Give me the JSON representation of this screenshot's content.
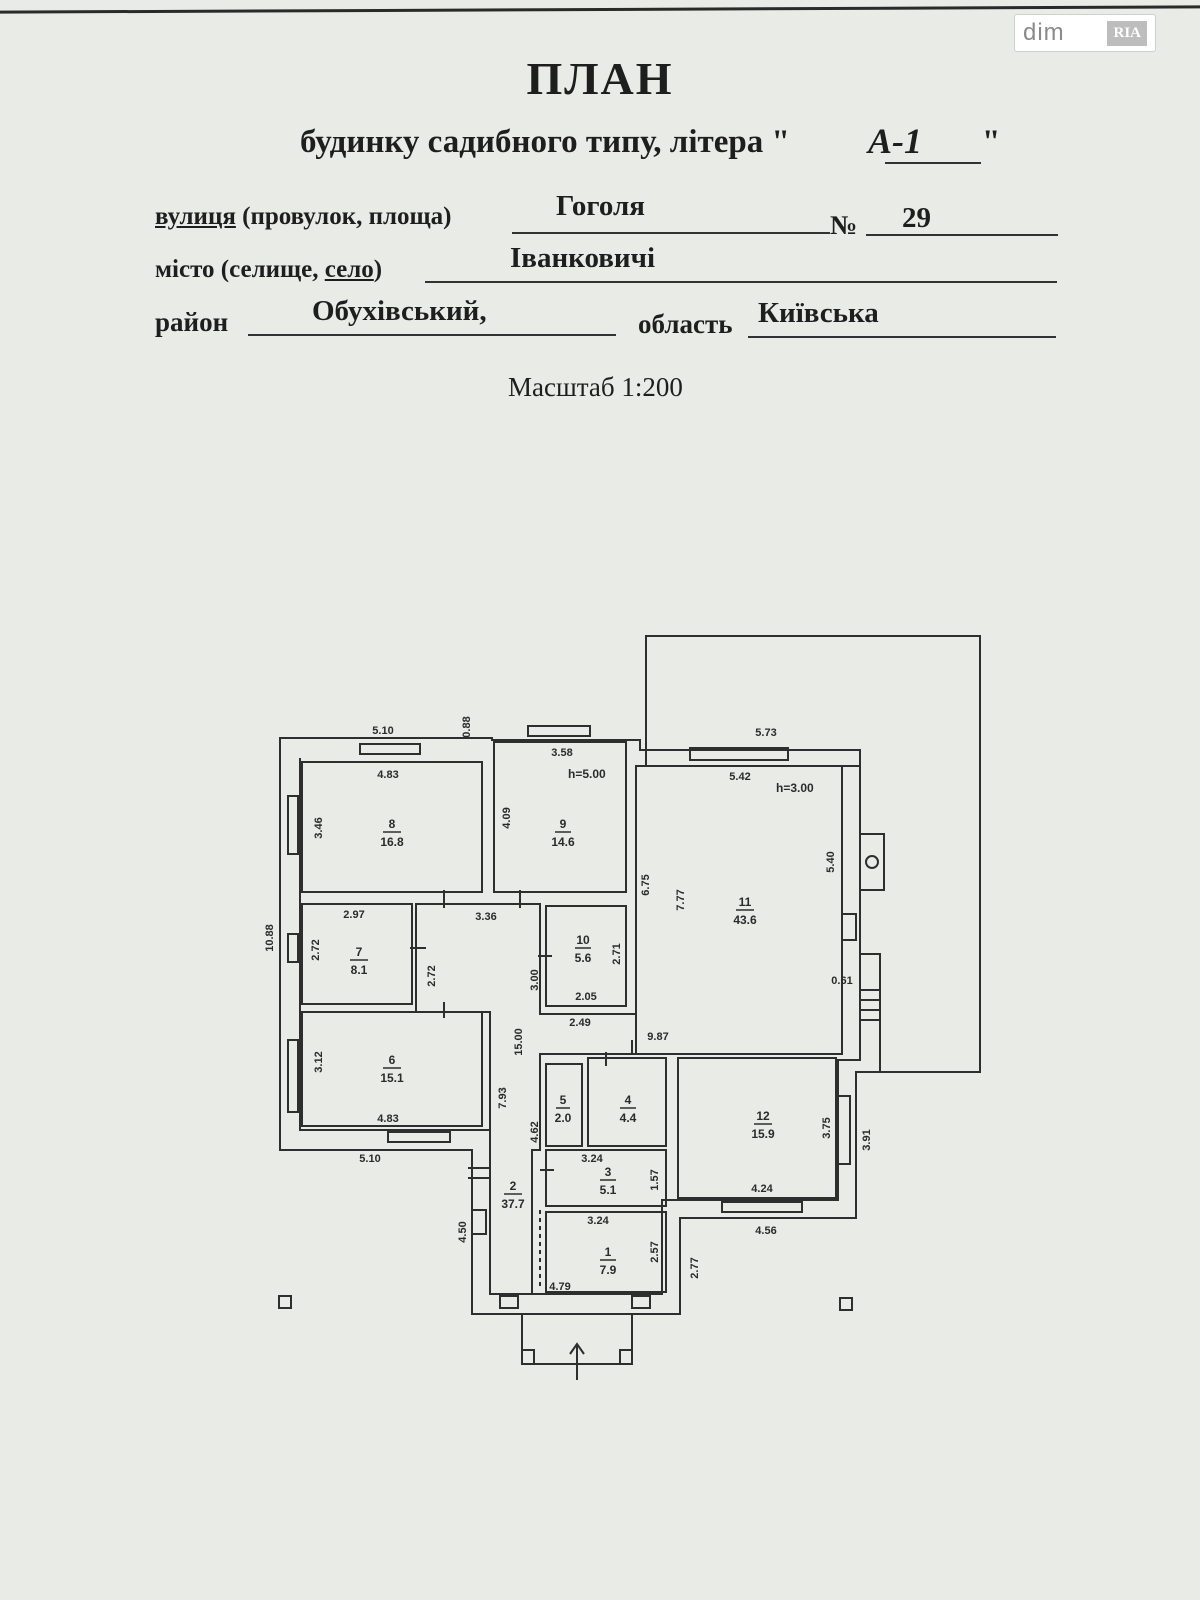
{
  "watermark": {
    "brand": "dim",
    "badge": "RIA"
  },
  "header": {
    "title": "ПЛАН",
    "subtitle": "будинку садибного типу, літера \"",
    "litera": "А-1",
    "litera_close": "\""
  },
  "address": {
    "street_label": "вулиця",
    "street_label_rest": "(провулок, площа)",
    "street_value": "Гоголя",
    "number_label": "№",
    "number_value": "29",
    "city_label_a": "місто (селище, ",
    "city_label_b": "село",
    "city_label_c": ")",
    "city_value": "Іванковичі",
    "district_label": "район",
    "district_value": "Обухівський,",
    "region_label": "область",
    "region_value": "Київська"
  },
  "scale": "Масштаб 1:200",
  "plan": {
    "rooms": [
      {
        "id": "1",
        "area": "7.9"
      },
      {
        "id": "2",
        "area": "37.7"
      },
      {
        "id": "3",
        "area": "5.1"
      },
      {
        "id": "4",
        "area": "4.4"
      },
      {
        "id": "5",
        "area": "2.0"
      },
      {
        "id": "6",
        "area": "15.1"
      },
      {
        "id": "7",
        "area": "8.1"
      },
      {
        "id": "8",
        "area": "16.8"
      },
      {
        "id": "9",
        "area": "14.6"
      },
      {
        "id": "10",
        "area": "5.6"
      },
      {
        "id": "11",
        "area": "43.6"
      },
      {
        "id": "12",
        "area": "15.9"
      }
    ],
    "heights": [
      "h=5.00",
      "h=3.00"
    ],
    "dimensions": [
      "5.10",
      "0.88",
      "3.58",
      "5.73",
      "4.83",
      "5.42",
      "3.46",
      "4.09",
      "6.75",
      "7.77",
      "5.40",
      "2.97",
      "3.36",
      "10.88",
      "2.72",
      "2.72",
      "3.00",
      "2.71",
      "2.05",
      "0.61",
      "2.49",
      "9.87",
      "15.00",
      "3.12",
      "7.93",
      "4.83",
      "4.62",
      "5.10",
      "3.24",
      "1.57",
      "3.75",
      "3.91",
      "4.24",
      "4.56",
      "3.24",
      "2.57",
      "2.77",
      "4.50",
      "4.79"
    ]
  }
}
